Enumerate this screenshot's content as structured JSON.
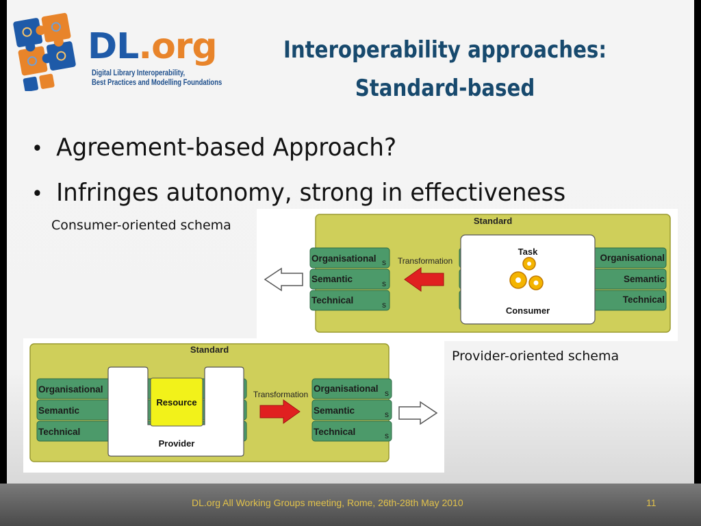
{
  "logo": {
    "name_main": "DL",
    "name_suffix": ".org",
    "tagline_1": "Digital Library Interoperability,",
    "tagline_2": "Best Practices and Modelling Foundations"
  },
  "title": {
    "line1": "Interoperability approaches:",
    "line2": "Standard-based"
  },
  "bullets": [
    "Agreement-based Approach?",
    "Infringes autonomy, strong in effectiveness"
  ],
  "consumer_schema_label": "Consumer-oriented schema",
  "provider_schema_label": "Provider-oriented schema",
  "diagram_consumer": {
    "standard": "Standard",
    "layers_left": [
      "Organisational",
      "Semantic",
      "Technical"
    ],
    "layers_right": [
      "Organisational",
      "Semantic",
      "Technical"
    ],
    "suffix": "s",
    "transformation": "Transformation",
    "task": "Task",
    "consumer": "Consumer"
  },
  "diagram_provider": {
    "standard": "Standard",
    "layers_left": [
      "Organisational",
      "Semantic",
      "Technical"
    ],
    "layers_right": [
      "Organisational",
      "Semantic",
      "Technical"
    ],
    "suffix": "s",
    "transformation": "Transformation",
    "resource": "Resource",
    "provider": "Provider"
  },
  "footer": {
    "text": "DL.org All Working Groups meeting, Rome, 26th-28th May 2010",
    "page": "11"
  },
  "colors": {
    "title": "#17496d",
    "standard_fill": "#cfcf5a",
    "layer_fill": "#4c9a6a",
    "arrow_red": "#e02020",
    "resource_yellow": "#f2f21a",
    "footer_text": "#e2c24a"
  }
}
